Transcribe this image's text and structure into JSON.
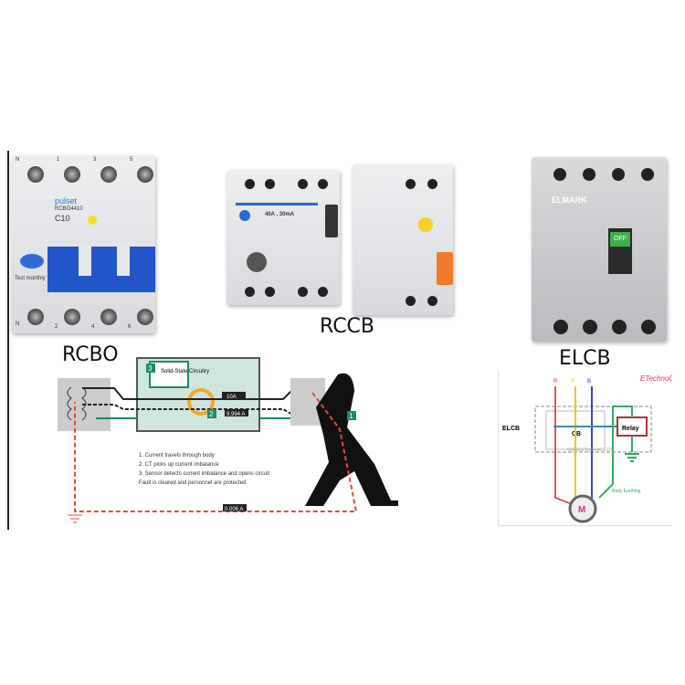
{
  "labels": {
    "rcbo": "RCBO",
    "rccb": "RCCB",
    "elcb": "ELCB"
  },
  "rcbo_device": {
    "brand": "pulset",
    "model": "RCBO4410",
    "rating": "C10",
    "test": "Test monthly",
    "terminals_top": [
      "N",
      "1",
      "3",
      "5"
    ],
    "terminals_bottom": [
      "N",
      "2",
      "4",
      "6"
    ]
  },
  "rccb_device": {
    "rating": "40A , 30mA"
  },
  "elcb_device": {
    "brand": "ELMARK",
    "switch": "OFF"
  },
  "diagram": {
    "box_label": "Solid-State Circuitry",
    "step3_badge": "3",
    "step2_badge": "2",
    "step1_badge": "1",
    "current_top": "10A",
    "current_mid": "9.994 A",
    "current_ground": "0.006 A",
    "steps": [
      "1. Current travels through body",
      "2. CT picks up current imbalance",
      "3. Sensor detects current imbalance and opens circuit",
      "Fault is cleared and personnel are protected"
    ]
  },
  "schematic": {
    "logo": "ETechnoG",
    "phases": [
      "R",
      "Y",
      "B"
    ],
    "elcb": "ELCB",
    "cb": "CB",
    "relay": "Relay",
    "watermark": "WWW.ETechnoG.COM",
    "motor": "M",
    "earthing": "Body Earthing"
  },
  "colors": {
    "rcbo_blue": "#2255c8",
    "rccb_orange": "#f07a2a",
    "diagram_green": "#1e8a6a",
    "fault_red": "#e8483a"
  }
}
